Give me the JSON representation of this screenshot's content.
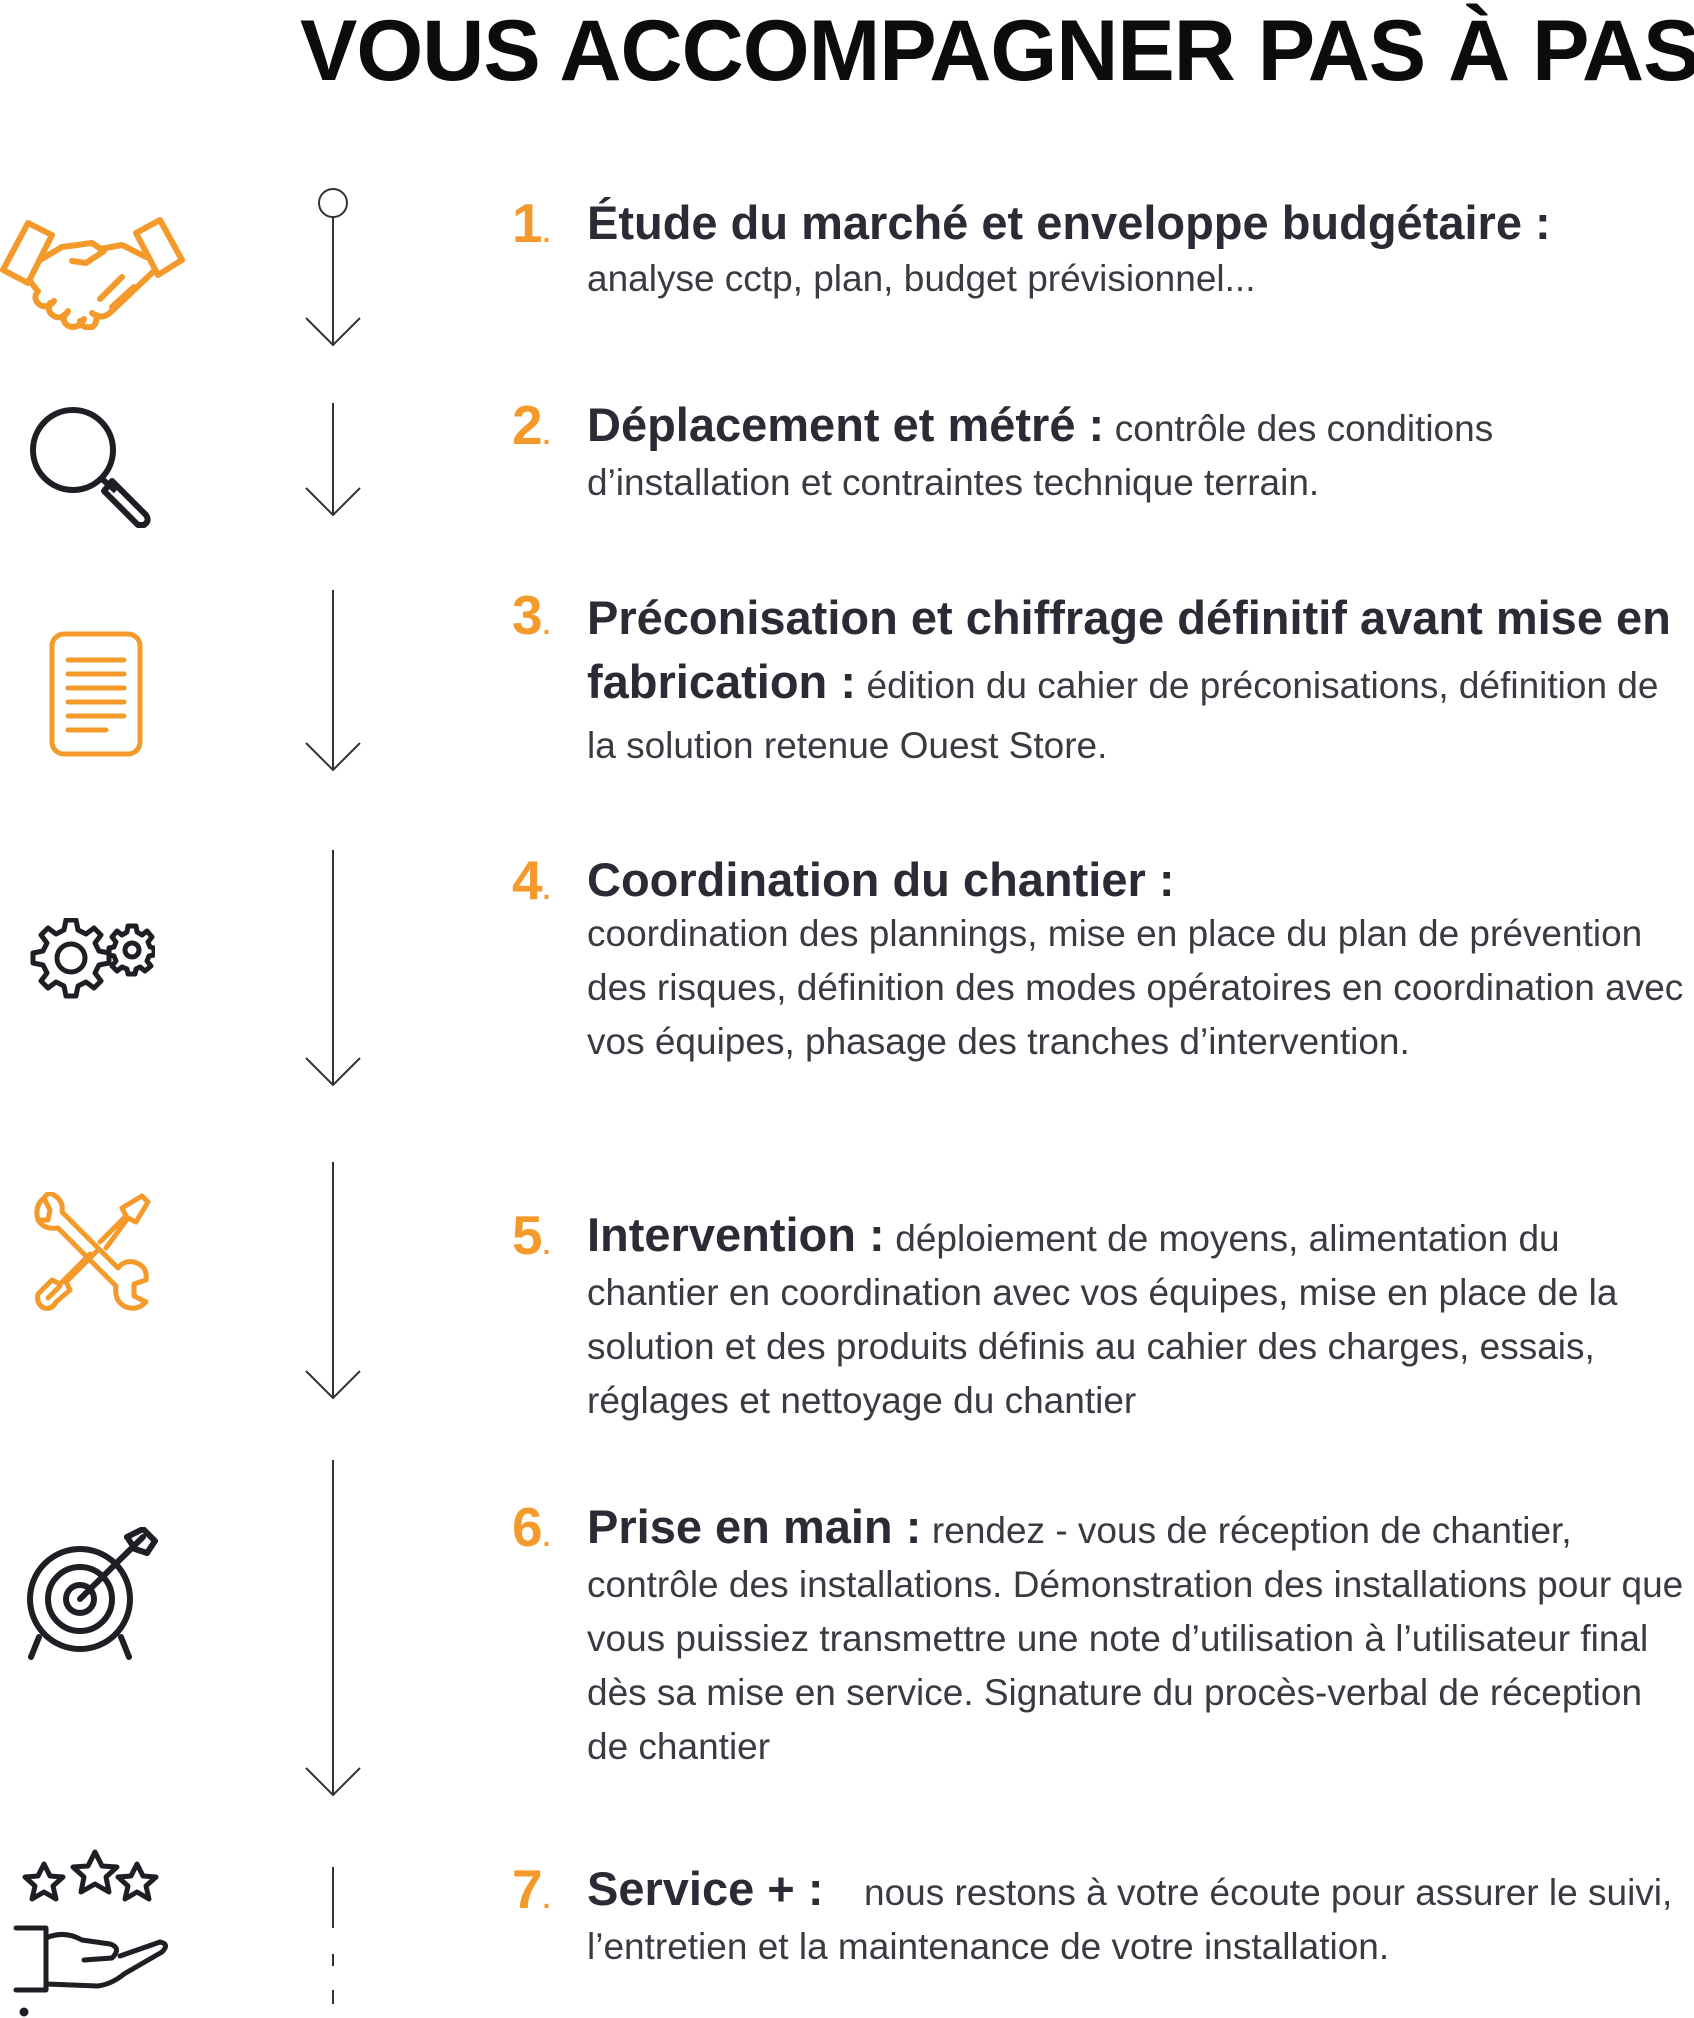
{
  "title": "VOUS ACCOMPAGNER PAS À PAS",
  "colors": {
    "accent": "#f39a2b",
    "text": "#2b2b35",
    "line": "#333333"
  },
  "steps": [
    {
      "number": "1",
      "icon": "handshake-icon",
      "heading": "Étude du marché et enveloppe budgétaire :",
      "desc": "analyse cctp, plan, budget prévisionnel..."
    },
    {
      "number": "2",
      "icon": "magnifier-icon",
      "heading": "Déplacement et métré :",
      "desc": "contrôle des conditions d’installation et contraintes technique terrain."
    },
    {
      "number": "3",
      "icon": "document-icon",
      "heading": "Préconisation et chiffrage définitif avant mise en fabrication :",
      "desc": "édition du cahier de préconisations, définition de la solution retenue Ouest Store."
    },
    {
      "number": "4",
      "icon": "gears-icon",
      "heading": "Coordination du chantier :",
      "desc": "coordination des plannings, mise en place du plan de prévention des risques, définition des modes opératoires en coordination avec vos équipes, phasage des tranches d’intervention."
    },
    {
      "number": "5",
      "icon": "tools-icon",
      "heading": "Intervention :",
      "desc": "déploiement de moyens, alimentation du chantier en coordination avec vos équipes, mise en place de la solution et des produits définis au cahier des charges, essais, réglages et nettoyage du chantier"
    },
    {
      "number": "6",
      "icon": "target-icon",
      "heading": "Prise en main :",
      "desc": "rendez - vous de réception de chantier, contrôle des installations. Démonstration des installations pour que vous puissiez transmettre une note d’utilisation à l’utilisateur final dès sa mise en service. Signature du procès-verbal de réception de chantier"
    },
    {
      "number": "7",
      "icon": "stars-hand-icon",
      "heading": "Service + :",
      "desc": "nous restons à votre écoute pour assurer le suivi, l’entretien et la maintenance de votre installation."
    }
  ]
}
